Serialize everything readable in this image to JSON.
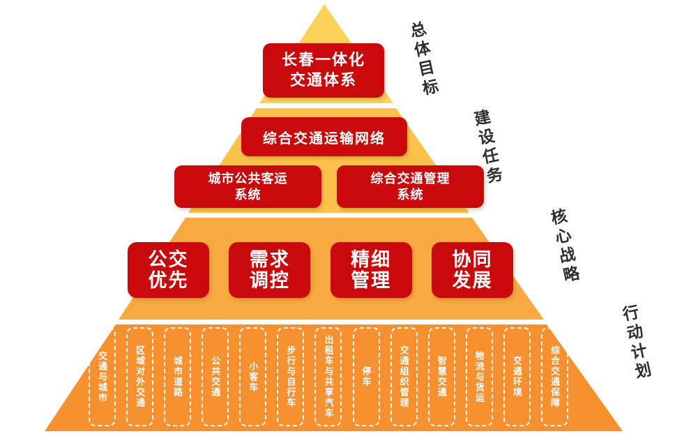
{
  "goal": {
    "lines": [
      "长春一体化",
      "交通体系"
    ]
  },
  "tasks": {
    "network": "综合交通运输网络",
    "passenger": {
      "lines": [
        "城市公共客运",
        "系统"
      ]
    },
    "management": {
      "lines": [
        "综合交通管理",
        "系统"
      ]
    }
  },
  "strategies": [
    {
      "lines": [
        "公交",
        "优先"
      ]
    },
    {
      "lines": [
        "需求",
        "调控"
      ]
    },
    {
      "lines": [
        "精细",
        "管理"
      ]
    },
    {
      "lines": [
        "协同",
        "发展"
      ]
    }
  ],
  "actions": [
    "交通与城市",
    "区域对外交通",
    "城市道路",
    "公共交通",
    "小客车",
    "步行与自行车",
    "出租车与共享汽车",
    "停车",
    "交通组织管理",
    "智慧交通",
    "物流与货运",
    "交通环境",
    "综合交通保障"
  ],
  "side_labels": [
    "总体目标",
    "建设任务",
    "核心战略",
    "行动计划"
  ],
  "colors": {
    "tier1_band": "#FBD157",
    "tier2_band": "#FAC14B",
    "tier3_band": "#F9A942",
    "tier4_band": "#F7902E",
    "box_red": "#C9090B",
    "label_text": "#2E2E2E"
  }
}
